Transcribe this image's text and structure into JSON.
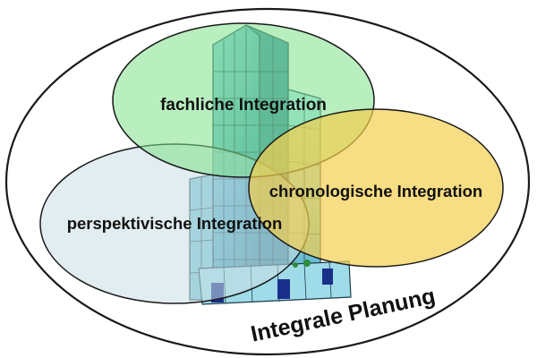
{
  "diagram": {
    "title": "Integrale Planung",
    "circles": {
      "fachlich": {
        "label": "fachliche Integration",
        "color": "#7fe08a"
      },
      "chronologisch": {
        "label": "chronologische Integration",
        "color": "#f3cf4e"
      },
      "perspektivisch": {
        "label": "perspektivische Integration",
        "color": "#c9dfe3"
      }
    },
    "outline_color": "#1a1a1a",
    "building_icon": "building-icon"
  }
}
